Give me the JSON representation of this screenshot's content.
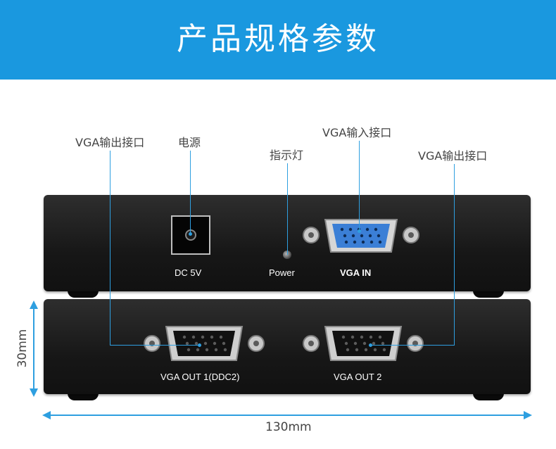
{
  "banner": {
    "title": "产品规格参数",
    "color": "#1a98df"
  },
  "callouts": {
    "vga_out_left": "VGA输出接口",
    "power_source": "电源",
    "indicator": "指示灯",
    "vga_in": "VGA输入接口",
    "vga_out_right": "VGA输出接口"
  },
  "top_panel": {
    "dc_label": "DC 5V",
    "power_label": "Power",
    "vga_in_label": "VGA IN"
  },
  "bottom_panel": {
    "out1_label": "VGA OUT 1(DDC2)",
    "out2_label": "VGA OUT 2"
  },
  "dimensions": {
    "height": "30mm",
    "width": "130mm"
  },
  "colors": {
    "accent": "#2e9fe0",
    "vga_in_port": "#3b7fd6",
    "device_body": "#1b1b1b"
  }
}
